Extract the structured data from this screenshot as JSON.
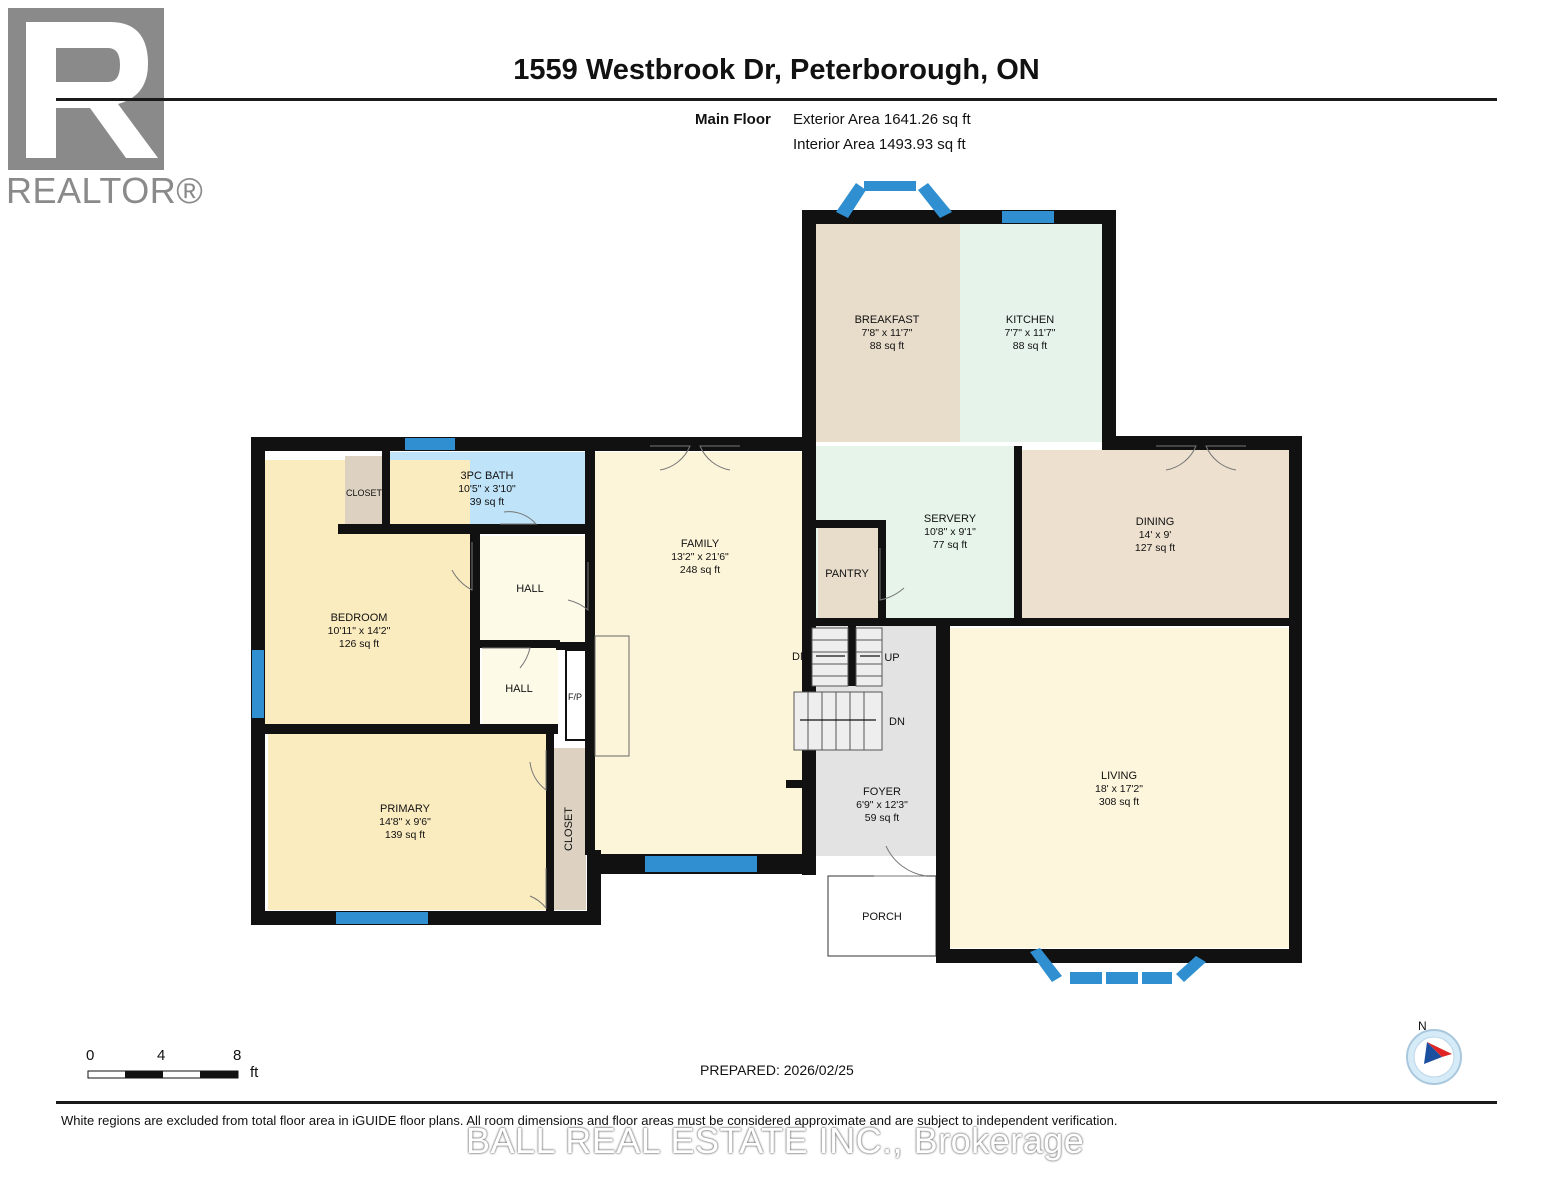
{
  "header": {
    "title": "1559 Westbrook Dr, Peterborough, ON",
    "logo_text": "REALTOR®"
  },
  "areas": {
    "floor_label": "Main Floor",
    "exterior": "Exterior Area 1641.26 sq ft",
    "interior": "Interior Area 1493.93 sq ft"
  },
  "rooms": {
    "breakfast": {
      "name": "BREAKFAST",
      "dims": "7'8\" x 11'7\"",
      "area": "88 sq ft"
    },
    "kitchen": {
      "name": "KITCHEN",
      "dims": "7'7\" x 11'7\"",
      "area": "88 sq ft"
    },
    "bath": {
      "name": "3PC BATH",
      "dims": "10'5\" x 3'10\"",
      "area": "39 sq ft"
    },
    "family": {
      "name": "FAMILY",
      "dims": "13'2\" x 21'6\"",
      "area": "248 sq ft"
    },
    "servery": {
      "name": "SERVERY",
      "dims": "10'8\" x 9'1\"",
      "area": "77 sq ft"
    },
    "dining": {
      "name": "DINING",
      "dims": "14' x 9'",
      "area": "127 sq ft"
    },
    "bedroom": {
      "name": "BEDROOM",
      "dims": "10'11\" x 14'2\"",
      "area": "126 sq ft"
    },
    "primary": {
      "name": "PRIMARY",
      "dims": "14'8\" x 9'6\"",
      "area": "139 sq ft"
    },
    "living": {
      "name": "LIVING",
      "dims": "18' x 17'2\"",
      "area": "308 sq ft"
    },
    "foyer": {
      "name": "FOYER",
      "dims": "6'9\" x 12'3\"",
      "area": "59 sq ft"
    }
  },
  "labels": {
    "closet_small": "CLOSET",
    "closet_primary": "CLOSET",
    "hall_upper": "HALL",
    "hall_lower": "HALL",
    "pantry": "PANTRY",
    "porch": "PORCH",
    "fp": "F/P",
    "stairs_dn_1": "DN",
    "stairs_up": "UP",
    "stairs_dn_2": "DN",
    "compass_n": "N"
  },
  "scale": {
    "t0": "0",
    "t4": "4",
    "t8": "8",
    "unit": "ft"
  },
  "prepared": "PREPARED: 2026/02/25",
  "footer": {
    "disclaimer": "White regions are excluded from total floor area in iGUIDE floor plans. All room dimensions and floor areas must be considered approximate and are subject to independent verification.",
    "brokerage": "BALL REAL ESTATE INC., Brokerage"
  },
  "colors": {
    "wall": "#111111",
    "window": "#2f8fd0",
    "breakfast": "#e8dccb",
    "kitchen": "#e5f3ea",
    "bath": "#bfe3f8",
    "family": "#fdf5d9",
    "servery": "#e6f4ea",
    "dining": "#ede0cf",
    "bedroom": "#fbecc0",
    "primary": "#fbecc0",
    "living": "#fdf6dc",
    "foyer": "#e3e3e3",
    "closet": "#ddd2c2",
    "pantry": "#e8dccb",
    "hall": "#fefae8"
  }
}
